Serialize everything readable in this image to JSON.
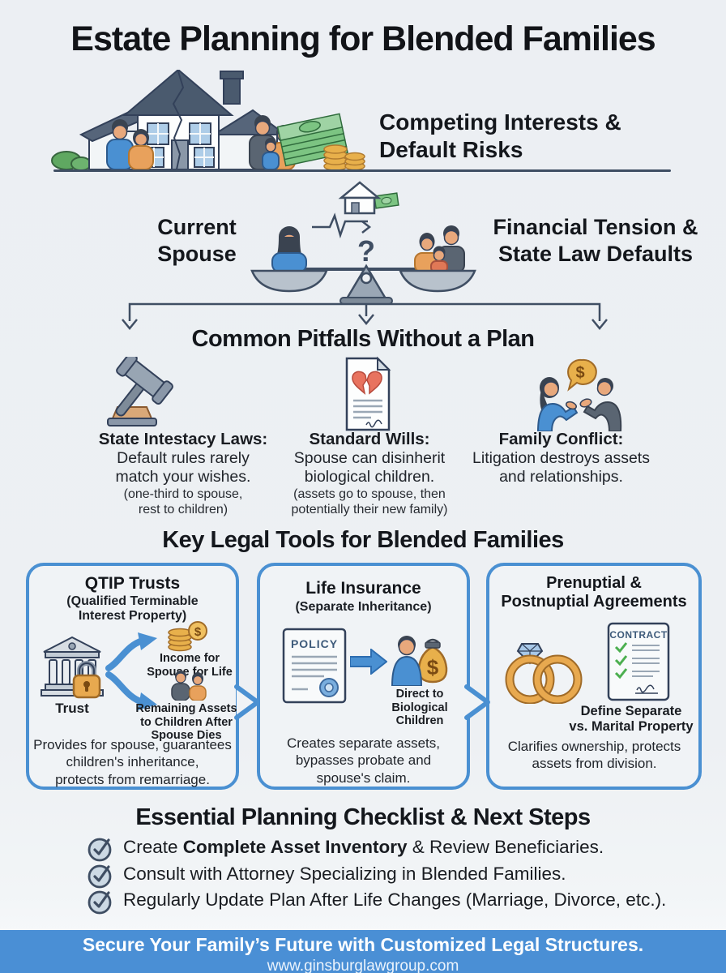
{
  "page": {
    "title": "Estate Planning for Blended Families"
  },
  "hero": {
    "caption": "Competing Interests &\nDefault Risks",
    "icon": "broken-house-blended-families-icon"
  },
  "scale": {
    "left_label": "Current\nSpouse",
    "right_label": "Financial Tension &\nState Law Defaults",
    "question_mark": "?",
    "icon": "balance-scale-icon"
  },
  "pitfalls": {
    "heading": "Common Pitfalls Without a Plan",
    "items": [
      {
        "icon": "gavel-icon",
        "title": "State Intestacy Laws:",
        "body": "Default rules rarely\nmatch your wishes.",
        "note": "(one-third to spouse,\nrest to children)"
      },
      {
        "icon": "broken-heart-will-icon",
        "title": "Standard Wills:",
        "body": "Spouse can disinherit\nbiological children.",
        "note": "(assets go to spouse, then\npotentially their new family)"
      },
      {
        "icon": "arguing-couple-icon",
        "title": "Family Conflict:",
        "body": "Litigation destroys assets\nand relationships.",
        "note": ""
      }
    ]
  },
  "tools": {
    "heading": "Key Legal Tools for Blended Families",
    "boxes": [
      {
        "title": "QTIP Trusts",
        "subtitle": "(Qualified Terminable\nInterest Property)",
        "trust_label": "Trust",
        "outcome1": "Income for\nSpouse for Life",
        "outcome2": "Remaining Assets\nto Children After\nSpouse Dies",
        "description": "Provides for spouse, guarantees\nchildren's inheritance,\nprotects from remarriage.",
        "icons": [
          "bank-trust-lock-icon",
          "curved-arrows-icon",
          "coins-icon",
          "couple-icon"
        ]
      },
      {
        "title": "Life Insurance",
        "subtitle": "(Separate Inheritance)",
        "policy_label": "POLICY",
        "outcome": "Direct to\nBiological\nChildren",
        "description": "Creates separate assets,\nbypasses probate and\nspouse's claim.",
        "icons": [
          "policy-document-icon",
          "right-arrow-icon",
          "beneficiary-moneybag-icon"
        ]
      },
      {
        "title": "Prenuptial &\nPostnuptial Agreements",
        "contract_label": "CONTRACT",
        "outcome": "Define Separate\nvs. Marital Property",
        "description": "Clarifies ownership, protects\nassets from division.",
        "icons": [
          "wedding-rings-icon",
          "contract-checklist-icon"
        ]
      }
    ]
  },
  "checklist": {
    "heading": "Essential Planning Checklist & Next Steps",
    "item_icon": "check-circle-icon",
    "items": [
      {
        "pre": "Create ",
        "bold": "Complete Asset Inventory",
        "post": " & Review Beneficiaries."
      },
      {
        "pre": "Consult with Attorney Specializing in Blended Families.",
        "bold": "",
        "post": ""
      },
      {
        "pre": "Regularly Update Plan After Life Changes (Marriage, Divorce, etc.).",
        "bold": "",
        "post": ""
      }
    ]
  },
  "footer": {
    "headline": "Secure Your Family’s Future with Customized Legal Structures.",
    "website": "www.ginsburglawgroup.com"
  },
  "symbols": {
    "dollar": "$"
  },
  "colors": {
    "background": "#edf0f3",
    "accent_blue": "#4a90d2",
    "footer_bg": "#4a8fd5",
    "line_dark": "#3f4e63",
    "money_green": "#7cc482",
    "coin_orange": "#e8b04b",
    "skin": "#e8a87c"
  }
}
